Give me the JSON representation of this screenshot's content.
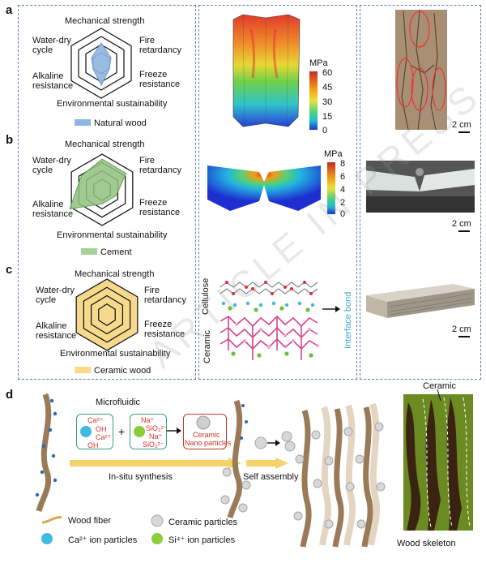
{
  "panels": {
    "a": "a",
    "b": "b",
    "c": "c",
    "d": "d"
  },
  "radar": {
    "axes": {
      "top": "Mechanical strength",
      "upper_right": [
        "Fire",
        "retardancy"
      ],
      "lower_right": [
        "Freeze",
        "resistance"
      ],
      "bottom": "Environmental sustainability",
      "lower_left": [
        "Alkaline",
        "resistance"
      ],
      "upper_left": [
        "Water-dry",
        "cycle"
      ]
    },
    "a": {
      "legend": "Natural wood",
      "color": "#8fb5e0"
    },
    "b": {
      "legend": "Cement",
      "color": "#8fc17f"
    },
    "c": {
      "legend": "Ceramic wood",
      "color": "#f6d98b"
    }
  },
  "colorbar_a": {
    "unit": "MPa",
    "ticks": [
      "60",
      "45",
      "30",
      "15",
      "0"
    ]
  },
  "colorbar_b": {
    "unit": "MPa",
    "ticks": [
      "8",
      "6",
      "4",
      "2",
      "0"
    ]
  },
  "molecular": {
    "top_label": "Cellulose",
    "bottom_label": "Ceramic",
    "bond_label": "Interface bond"
  },
  "scalebars": {
    "a": "2 cm",
    "b": "2 cm",
    "c": "2 cm"
  },
  "process": {
    "title": "Microfluidic",
    "in_situ": "In-situ synthesis",
    "self_assembly": "Self assembly",
    "box1": [
      "Ca²⁺",
      "OH",
      "Ca²⁺",
      "OH"
    ],
    "box2": [
      "Na⁺",
      "SiO₃²⁻",
      "Na⁺",
      "SiO₃²⁻"
    ],
    "box3": [
      "Ceramic",
      "Nano particles"
    ],
    "plus": "+",
    "ceramic_label": "Ceramic",
    "skeleton_label": "Wood skeleton"
  },
  "legend_d": {
    "wood_fiber": "Wood fiber",
    "ca_ion": "Ca²⁺ ion particles",
    "ceramic_particles": "Ceramic particles",
    "si_ion": "Si⁴⁺ ion particles"
  },
  "watermark": "ARTICLE IN PRESS"
}
